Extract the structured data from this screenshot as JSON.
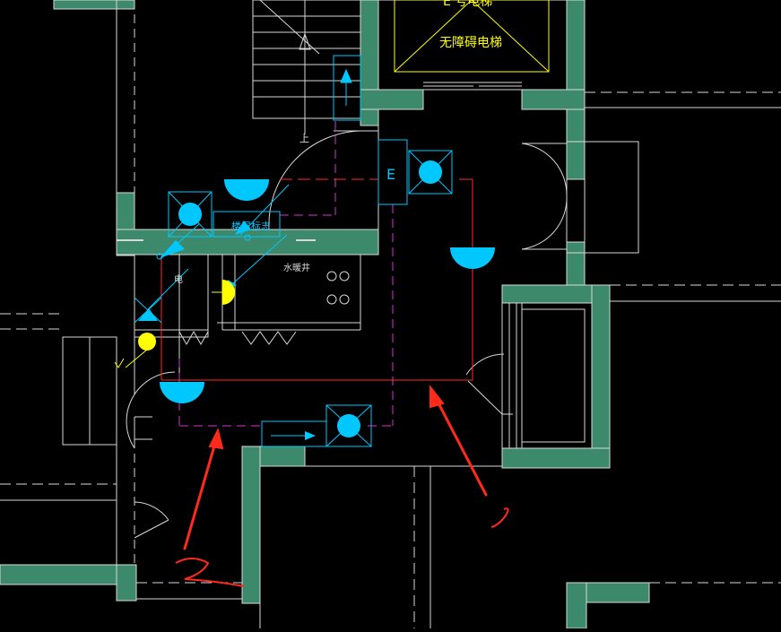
{
  "drawing": {
    "labels": {
      "elevator_top": "E 号电梯",
      "elevator_accessible": "无障碍电梯",
      "floor_label": "楼层标志",
      "water_shaft": "水暖井",
      "electric_small": "电",
      "stair_up": "上",
      "equipment_e": "E"
    },
    "annotations": {
      "mark_1": "1",
      "mark_2": "2"
    },
    "colors": {
      "background": "#000000",
      "wall_fill": "#3c8a6b",
      "wall_edge": "#d8d8d8",
      "thin_line": "#d8d8d8",
      "cyan": "#00c8ff",
      "magenta": "#d633d6",
      "red_line": "#ff2a2a",
      "yellow": "#ffff00",
      "annotation_red": "#ff2a1a"
    }
  }
}
